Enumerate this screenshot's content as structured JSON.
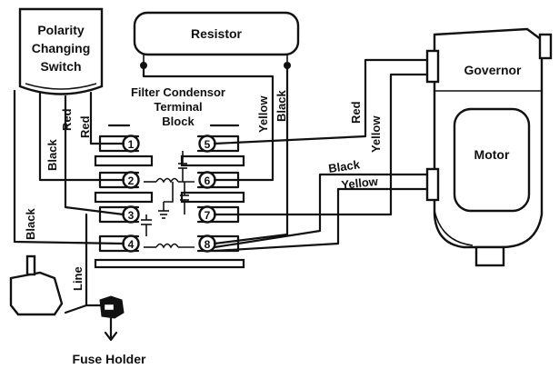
{
  "components": {
    "polarity_switch": [
      "Polarity",
      "Changing",
      "Switch"
    ],
    "resistor": "Resistor",
    "filter_block": [
      "Filter Condensor",
      "Terminal",
      "Block"
    ],
    "governor": "Governor",
    "motor": "Motor",
    "fuse_holder": "Fuse Holder"
  },
  "terminals": [
    "1",
    "2",
    "3",
    "4",
    "5",
    "6",
    "7",
    "8"
  ],
  "wire_labels": {
    "switch_black": "Black",
    "switch_red_1": "Red",
    "switch_red_2": "Red",
    "left_black": "Black",
    "line": "Line",
    "resistor_yellow": "Yellow",
    "resistor_black": "Black",
    "governor_red": "Red",
    "governor_yellow": "Yellow",
    "motor_black": "Black",
    "motor_yellow": "Yellow"
  }
}
